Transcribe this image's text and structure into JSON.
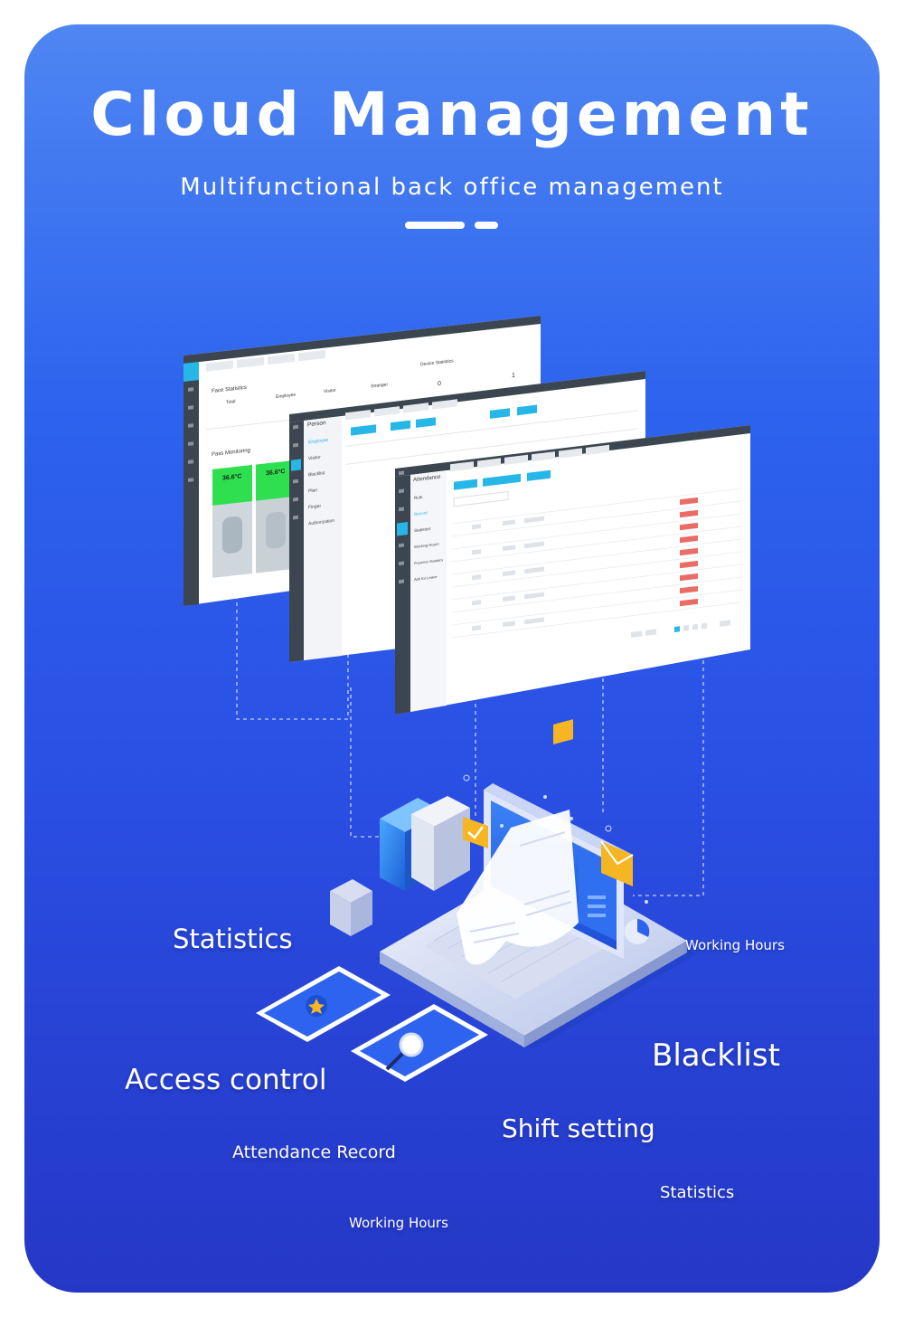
{
  "header": {
    "title": "Cloud Management",
    "subtitle": "Multifunctional back office management"
  },
  "labels": {
    "statistics_left": "Statistics",
    "working_hours_right": "Working Hours",
    "blacklist": "Blacklist",
    "access_control": "Access control",
    "shift_setting": "Shift setting",
    "attendance_record": "Attendance Record",
    "statistics_bottom": "Statistics",
    "working_hours_bottom": "Working Hours"
  },
  "colors": {
    "gradient_top": "#4f86f2",
    "gradient_bottom": "#2537c6",
    "panel_sidebar": "#3e4a55",
    "accent": "#27b6e8",
    "badge": "#e8534b",
    "highlight_green": "#2ee050",
    "folder_yellow": "#f6b624"
  },
  "screens": {
    "dashboard": {
      "face_statistics": "Face Statistics",
      "total": "Total",
      "employee": "Employee",
      "visitor": "Visitor",
      "stranger": "Stranger",
      "pass_monitoring": "Pass Monitoring",
      "device_statistics": "Device Statistics",
      "online_count": "0",
      "offline_count": "1",
      "temperature": "36.6°C"
    },
    "person": {
      "heading": "Person",
      "menu": [
        "Employee",
        "Visitor",
        "Blacklist",
        "Plan",
        "Finger",
        "Authorization"
      ]
    },
    "attendance": {
      "heading": "Attendance",
      "menu": [
        "Rule",
        "Record",
        "Statistics",
        "Working Hours",
        "Presence Statistics",
        "Ask for Leave"
      ]
    }
  }
}
